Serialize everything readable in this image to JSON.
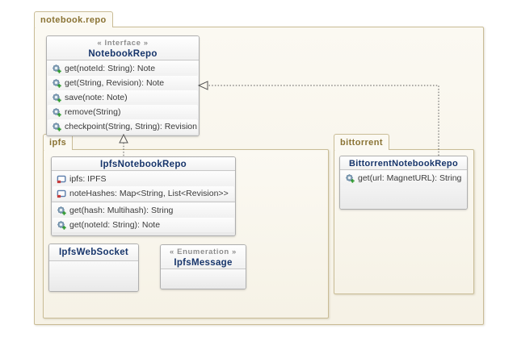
{
  "packages": {
    "root": {
      "label": "notebook.repo"
    },
    "ipfs": {
      "label": "ipfs"
    },
    "bittorrent": {
      "label": "bittorrent"
    }
  },
  "classes": {
    "notebook_repo": {
      "stereotype": "« Interface »",
      "name": "NotebookRepo",
      "methods": [
        "get(noteId: String): Note",
        "get(String, Revision): Note",
        "save(note: Note)",
        "remove(String)",
        "checkpoint(String, String): Revision"
      ]
    },
    "ipfs_notebook_repo": {
      "name": "IpfsNotebookRepo",
      "fields": [
        "ipfs: IPFS",
        "noteHashes: Map<String, List<Revision>>"
      ],
      "methods": [
        "get(hash: Multihash): String",
        "get(noteId: String): Note"
      ]
    },
    "ipfs_web_socket": {
      "name": "IpfsWebSocket"
    },
    "ipfs_message": {
      "stereotype": "« Enumeration »",
      "name": "IpfsMessage"
    },
    "bittorrent_notebook_repo": {
      "name": "BittorrentNotebookRepo",
      "methods": [
        "get(url: MagnetURL): String"
      ]
    }
  },
  "relations": [
    {
      "from": "IpfsNotebookRepo",
      "to": "NotebookRepo",
      "type": "realization"
    },
    {
      "from": "BittorrentNotebookRepo",
      "to": "NotebookRepo",
      "type": "realization"
    }
  ],
  "icons": {
    "method": "gear-with-green-plus-icon",
    "field": "window-with-red-square-icon"
  },
  "colors": {
    "package_border": "#c9bc96",
    "package_fill": "#faf7ee",
    "tab_label": "#8a7334",
    "class_border": "#aeaeae",
    "class_title_text": "#17356b",
    "stereotype_text": "#8d8d8d",
    "member_text": "#3a3a3a",
    "connector": "#555555",
    "method_icon": "#6687a3",
    "method_icon_plus": "#2f9b2f",
    "field_icon": "#5b7dab",
    "field_icon_accent": "#c43b3b"
  }
}
